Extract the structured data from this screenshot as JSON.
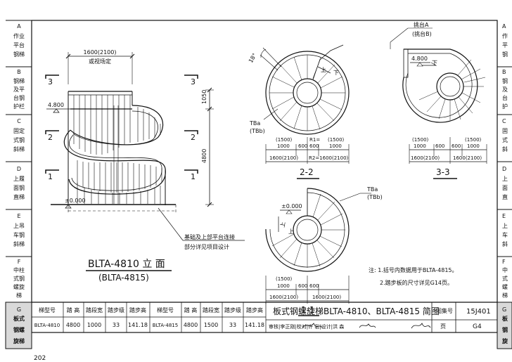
{
  "left_index": [
    {
      "letter": "A",
      "lines": [
        "作业",
        "平台",
        "钢梯"
      ]
    },
    {
      "letter": "B",
      "lines": [
        "钢梯",
        "及平",
        "台钢",
        "护栏"
      ]
    },
    {
      "letter": "C",
      "lines": [
        "固定",
        "式钢",
        "斜梯"
      ]
    },
    {
      "letter": "D",
      "lines": [
        "上履",
        "面钢",
        "直梯"
      ]
    },
    {
      "letter": "E",
      "lines": [
        "上吊",
        "车钢",
        "斜梯"
      ]
    },
    {
      "letter": "F",
      "lines": [
        "中柱",
        "式钢",
        "螺旋",
        "梯"
      ]
    },
    {
      "letter": "G",
      "lines": [
        "板式",
        "钢螺",
        "旋梯"
      ]
    }
  ],
  "right_index": [
    {
      "letter": "A",
      "lines": [
        "作",
        "平",
        "钢"
      ]
    },
    {
      "letter": "B",
      "lines": [
        "钢",
        "及",
        "台",
        "护"
      ]
    },
    {
      "letter": "C",
      "lines": [
        "固",
        "式",
        "斜"
      ]
    },
    {
      "letter": "D",
      "lines": [
        "上",
        "面",
        "直"
      ]
    },
    {
      "letter": "E",
      "lines": [
        "上",
        "车",
        "斜"
      ]
    },
    {
      "letter": "F",
      "lines": [
        "中",
        "式",
        "螺",
        "梯"
      ]
    },
    {
      "letter": "G",
      "lines": [
        "板",
        "钢",
        "旋"
      ]
    }
  ],
  "elevation": {
    "top_dim": "1600(2100)",
    "top_note": "或视场定",
    "s3": "3",
    "s2": "2",
    "s1": "1",
    "level_top": "4.800",
    "level_base": "±0.000",
    "dim_1050": "1050",
    "dim_4800": "4800",
    "note_line1": "基础及上部平台连接",
    "note_line2": "部分详见项目设计",
    "title": "BLTA-4810 立 面",
    "subtitle": "(BLTA-4815)"
  },
  "plan22": {
    "angle": "18°",
    "up": "上",
    "down": "下",
    "tba": "TBa",
    "tbb": "(TBb)",
    "d1": "(1500)",
    "d1b": "1000",
    "d2": "600",
    "d3": "R1=",
    "d3b": "600",
    "d4": "(1500)",
    "d4b": "1000",
    "d5": "1600(2100)",
    "d6": "R2=1600(2100)",
    "label": "2-2"
  },
  "plan33": {
    "platA": "挑台A",
    "platB": "(挑台B)",
    "level": "4.800",
    "down": "下",
    "d1": "(1500)",
    "d1b": "1000",
    "d2": "600",
    "d3": "600",
    "d4": "(1500)",
    "d4b": "1000",
    "d5": "1600(2100)",
    "d6": "1600(2100)",
    "label": "3-3"
  },
  "plan11": {
    "level": "±0.000",
    "up": "上",
    "dir": "上",
    "tba": "TBa",
    "tbb": "(TBb)",
    "d1": "(1500)",
    "d1b": "1000",
    "d2": "600",
    "d3": "600",
    "d5": "1600(2100)",
    "d6": "1600(2100)",
    "label": "1-1"
  },
  "notes": {
    "n1": "注: 1.括号内数据用于BLTA-4815。",
    "n2": "2.踏步板的尺寸详见G14页。"
  },
  "spec_table": {
    "headers": [
      "梯型号",
      "踏 高",
      "踏段宽",
      "踏步级",
      "踏步高"
    ],
    "rows": [
      [
        "BLTA-4810",
        "4800",
        "1000",
        "33",
        "141.18"
      ],
      [
        "BLTA-4815",
        "4800",
        "1500",
        "33",
        "141.18"
      ]
    ]
  },
  "title_block": {
    "title": "板式钢螺旋梯BLTA-4810、BLTA-4815 简图",
    "atlas_label": "图集号",
    "atlas_no": "15J401",
    "page_label": "页",
    "page_no": "G4",
    "sign_row": "审核|李正刚|校对|许 岩|设计|洪 森"
  },
  "page_number": "202"
}
